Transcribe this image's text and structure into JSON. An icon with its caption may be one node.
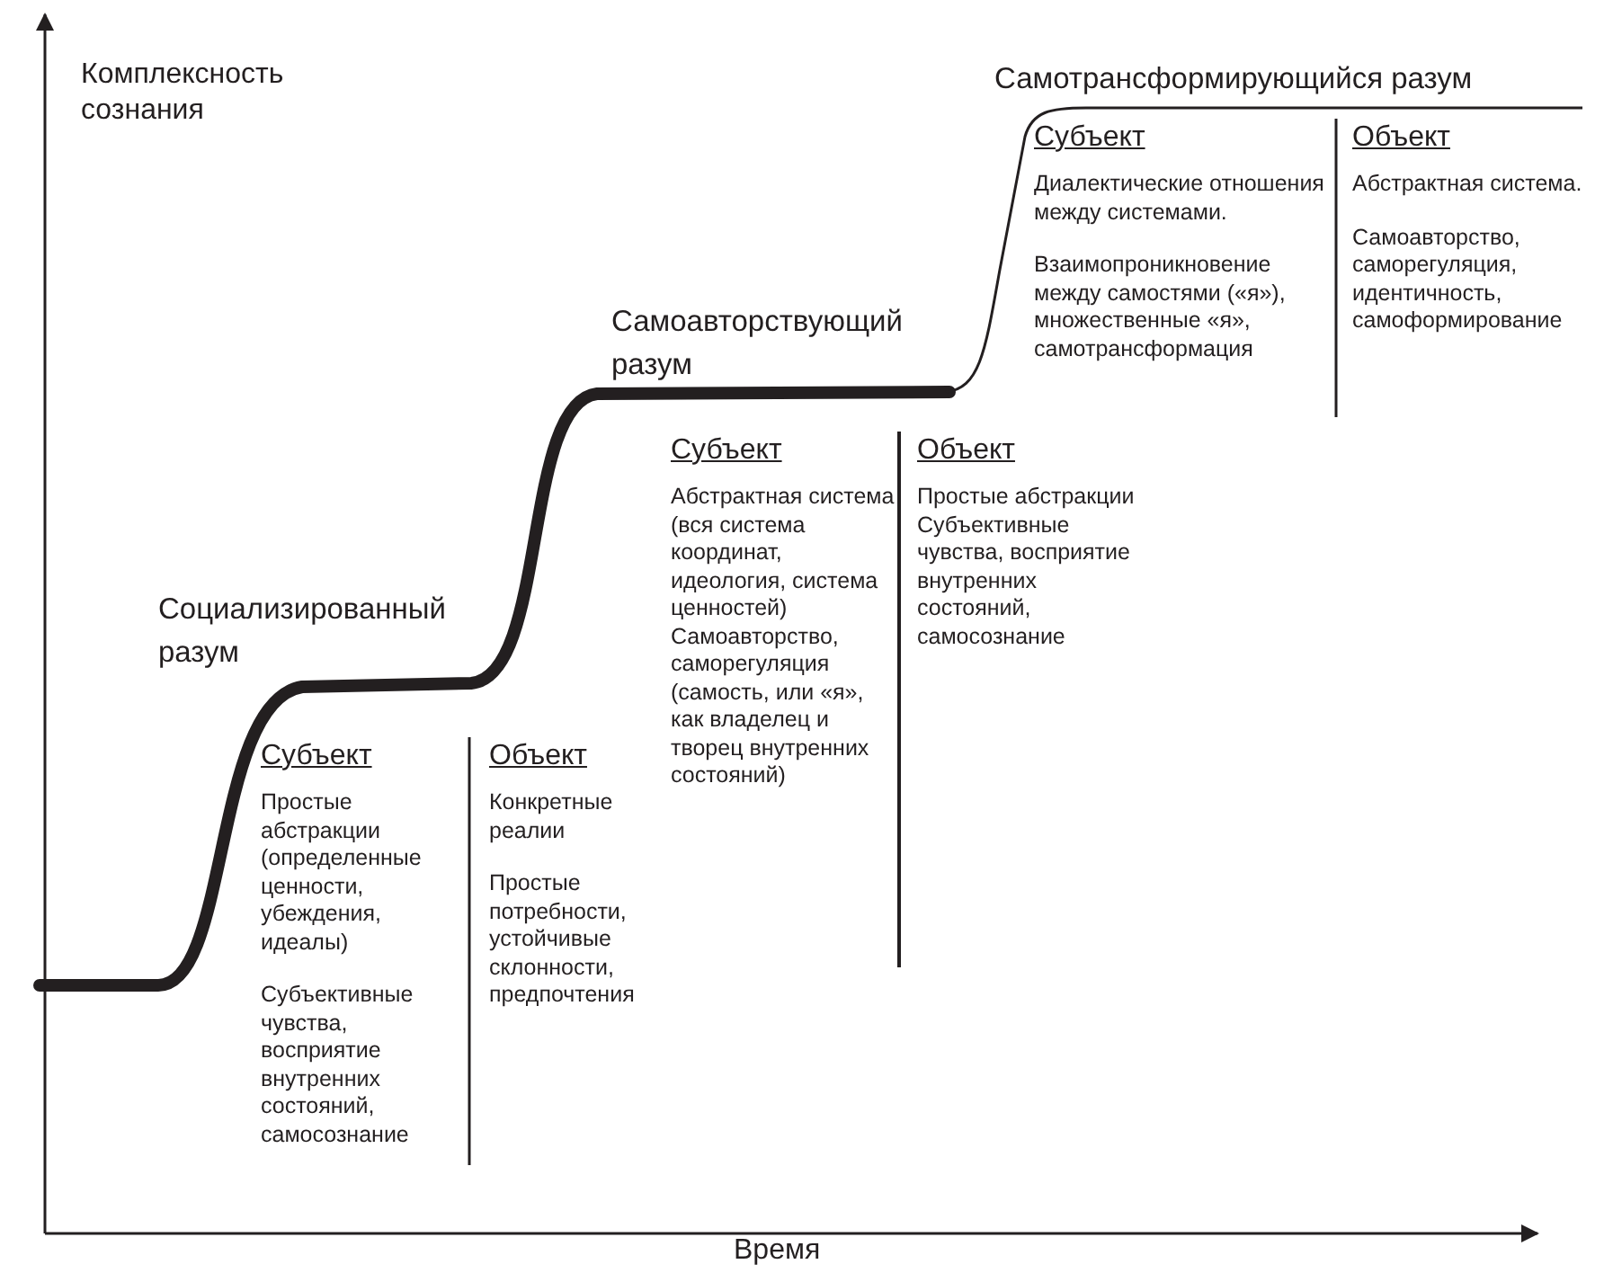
{
  "diagram": {
    "labels": [
      "Комплексность сознания",
      "Самотрансформирующийся разум",
      "Субъект",
      "Диалектические отношения между системами.",
      "Взаимопроникновение между самостями («я»), множественные «я», самотрансформация",
      "Объект",
      "Абстрактная система.",
      "Самоавторство, саморегуляция, идентичность, самоформирование",
      "Самоавторствующий разум",
      "Субъект",
      "Абстрактная система (вся система координат, идеология, система ценностей)",
      "Самоавторство, саморегуляция (самость, или «я», как владелец и творец внутренних состояний)",
      "Объект",
      "Простые абстракции",
      "Субъективные чувства, восприятие внутренних состояний, самосознание",
      "Социализированный разум",
      "Субъект",
      "Простые абстракции (определенные ценности, убеждения, идеалы)",
      "Субъективные чувства, восприятие внутренних состояний, самосознание",
      "Объект",
      "Конкретные реалии",
      "Простые потребности, устойчивые склонности, предпочтения",
      "Время"
    ]
  }
}
